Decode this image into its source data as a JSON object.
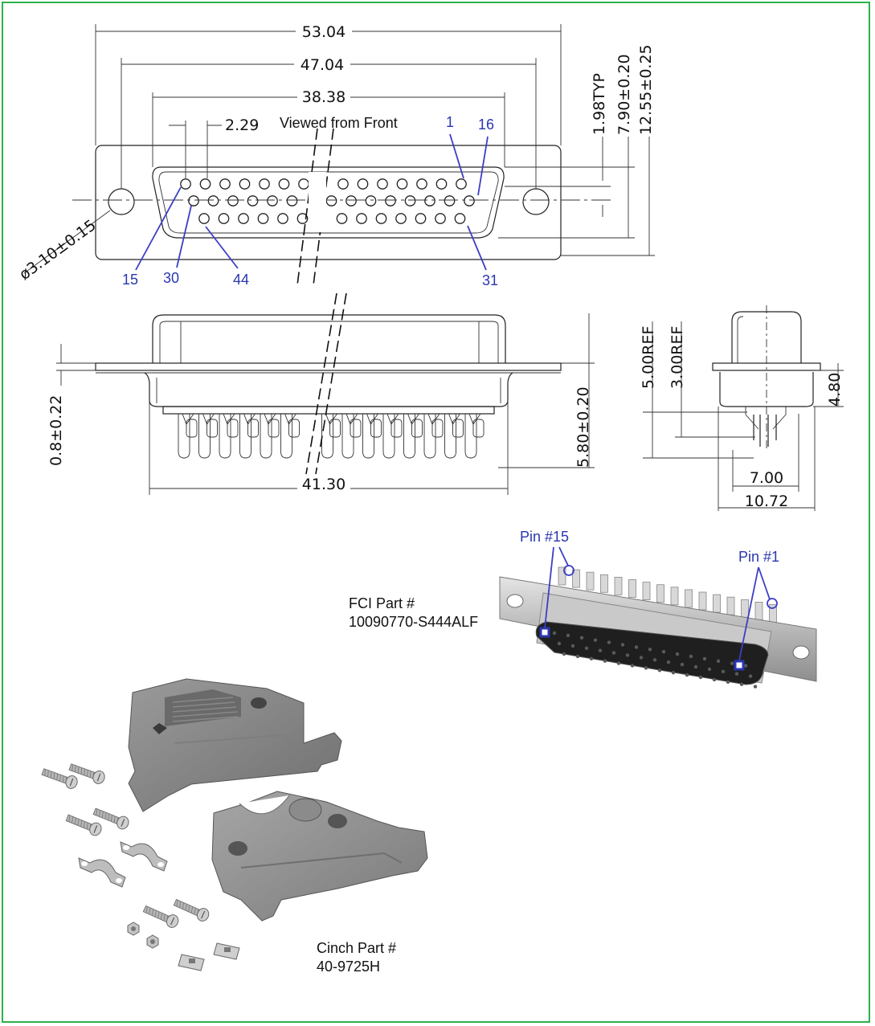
{
  "front_view": {
    "title": "Viewed from Front",
    "dims": {
      "overall_width": "53.04",
      "mount_hole_spacing": "47.04",
      "shell_width": "38.38",
      "pin_pitch": "2.29",
      "row_offset": "1.98TYP",
      "shell_height": "7.90±0.20",
      "flange_height": "12.55±0.25",
      "mount_hole_dia": "ø3.10±0.15"
    },
    "pin_labels": {
      "p1": "1",
      "p16": "16",
      "p15": "15",
      "p30": "30",
      "p44": "44",
      "p31": "31"
    }
  },
  "side_view": {
    "dims": {
      "flange_thickness": "0.8±0.22",
      "tail_length": "5.80±0.20",
      "body_width": "41.30"
    }
  },
  "end_view": {
    "dims": {
      "ref_500": "5.00REF",
      "ref_300": "3.00REF",
      "height_480": "4.80",
      "width_700": "7.00",
      "width_1072": "10.72"
    }
  },
  "photos": {
    "connector": {
      "part_label": "FCI Part #",
      "part_number": "10090770-S444ALF",
      "pin15_label": "Pin #15",
      "pin1_label": "Pin #1"
    },
    "backshell": {
      "part_label": "Cinch Part #",
      "part_number": "40-9725H"
    }
  },
  "colors": {
    "frame": "#2db24a",
    "annotation": "#2b36b0"
  }
}
